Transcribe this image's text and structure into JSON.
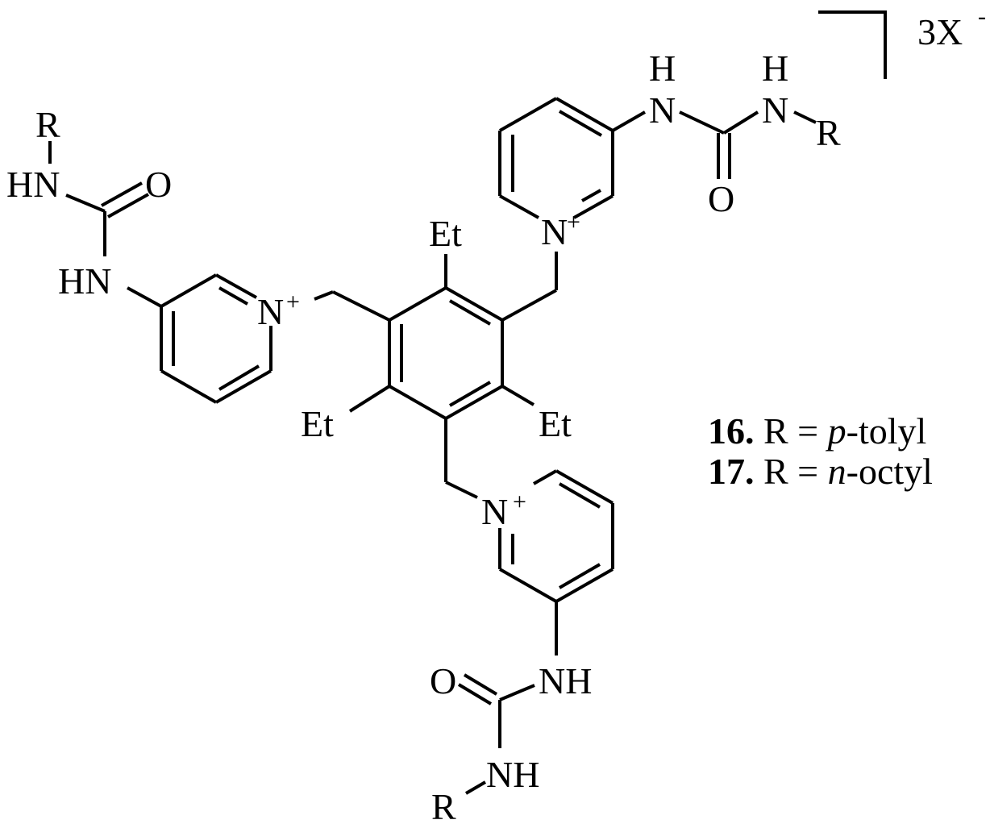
{
  "atoms": {
    "r": "R",
    "hn": "HN",
    "nh": "NH",
    "n": "N",
    "h": "H",
    "o": "O",
    "et": "Et",
    "plus": "+",
    "counterion": "3X",
    "minus": "-"
  },
  "legend": [
    {
      "number": "16.",
      "prefix": "R = ",
      "italic": "p",
      "suffix": "-tolyl"
    },
    {
      "number": "17.",
      "prefix": "R = ",
      "italic": "n",
      "suffix": "-octyl"
    }
  ]
}
